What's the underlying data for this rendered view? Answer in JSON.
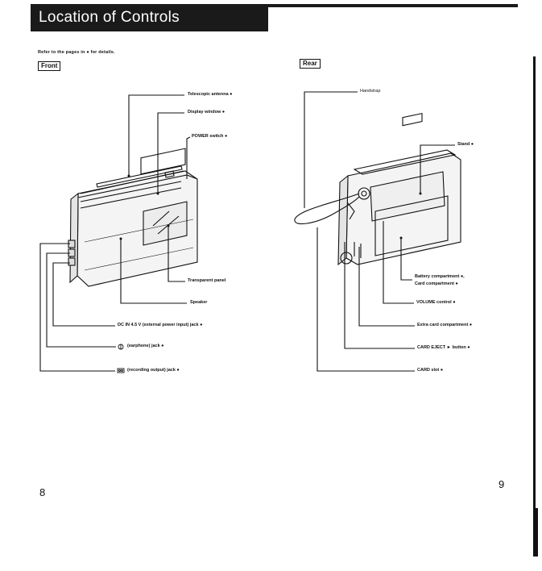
{
  "header": {
    "title": "Location of Controls"
  },
  "intro": "Refer to the pages in ● for details.",
  "front": {
    "section_label": "Front",
    "labels": {
      "antenna": "Telescopic antenna ●",
      "display": "Display window ●",
      "power": "POWER switch ●",
      "panel": "Transparent panel",
      "speaker": "Speaker",
      "dcin": "DC IN 4.5 V (external power input) jack ●",
      "earphone": "(earphone) jack ●",
      "recording": "(recording output) jack ●"
    },
    "icons": {
      "earphone": "earphone-icon",
      "recording": "recording-output-icon"
    }
  },
  "rear": {
    "section_label": "Rear",
    "labels": {
      "handstrap": "Handstrap",
      "stand": "Stand ●",
      "battery": "Battery compartment ●,",
      "card_comp": "Card compartment ●",
      "volume": "VOLUME control ●",
      "extra": "Extra card compartment ●",
      "eject": "CARD EJECT ► button ●",
      "slot": "CARD slot ●"
    }
  },
  "page_numbers": {
    "left": "8",
    "right": "9"
  }
}
